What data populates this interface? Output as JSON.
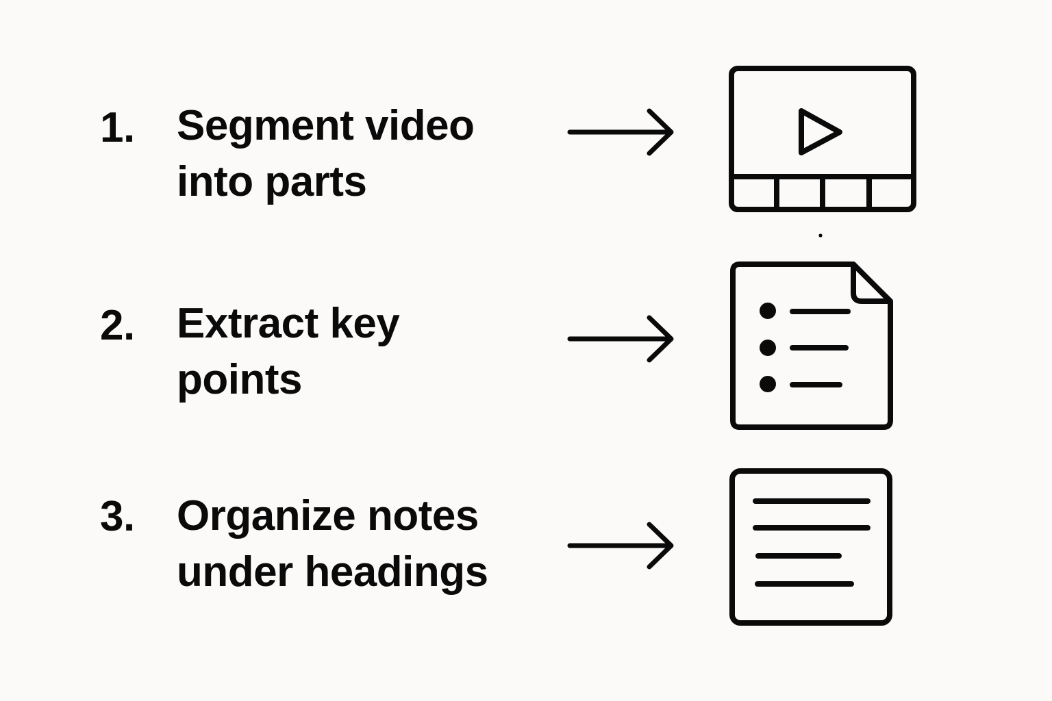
{
  "diagram": {
    "type": "process-steps",
    "colors": {
      "background": "#fbfaf8",
      "ink": "#0a0a0a"
    },
    "steps": [
      {
        "number": "1.",
        "lines": [
          "Segment video",
          "into parts"
        ],
        "icon": "video-player-icon"
      },
      {
        "number": "2.",
        "lines": [
          "Extract key",
          "points"
        ],
        "icon": "bulleted-document-icon"
      },
      {
        "number": "3.",
        "lines": [
          "Organize notes",
          "under headings"
        ],
        "icon": "text-document-icon"
      }
    ],
    "connector": "arrow-right-icon"
  }
}
